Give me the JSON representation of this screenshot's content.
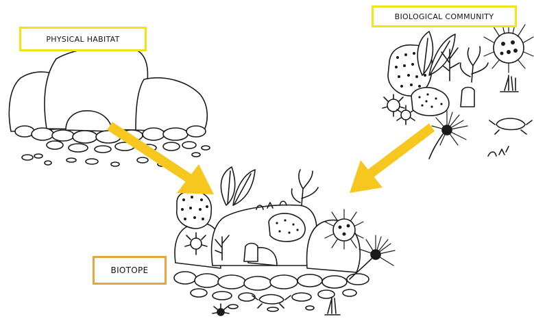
{
  "labels": {
    "physical_habitat": "PHYSICAL HABITAT",
    "biological_community": "BIOLOGICAL COMMUNITY",
    "biotope": "BIOTOPE"
  },
  "colors": {
    "habitat_box_border": "#f2e414",
    "community_box_border": "#f2e414",
    "biotope_box_border": "#e9a43a",
    "arrow": "#f6c71e",
    "ink": "#1a1a1a"
  },
  "arrows": [
    {
      "from": "physical_habitat",
      "to": "biotope"
    },
    {
      "from": "biological_community",
      "to": "biotope"
    }
  ]
}
